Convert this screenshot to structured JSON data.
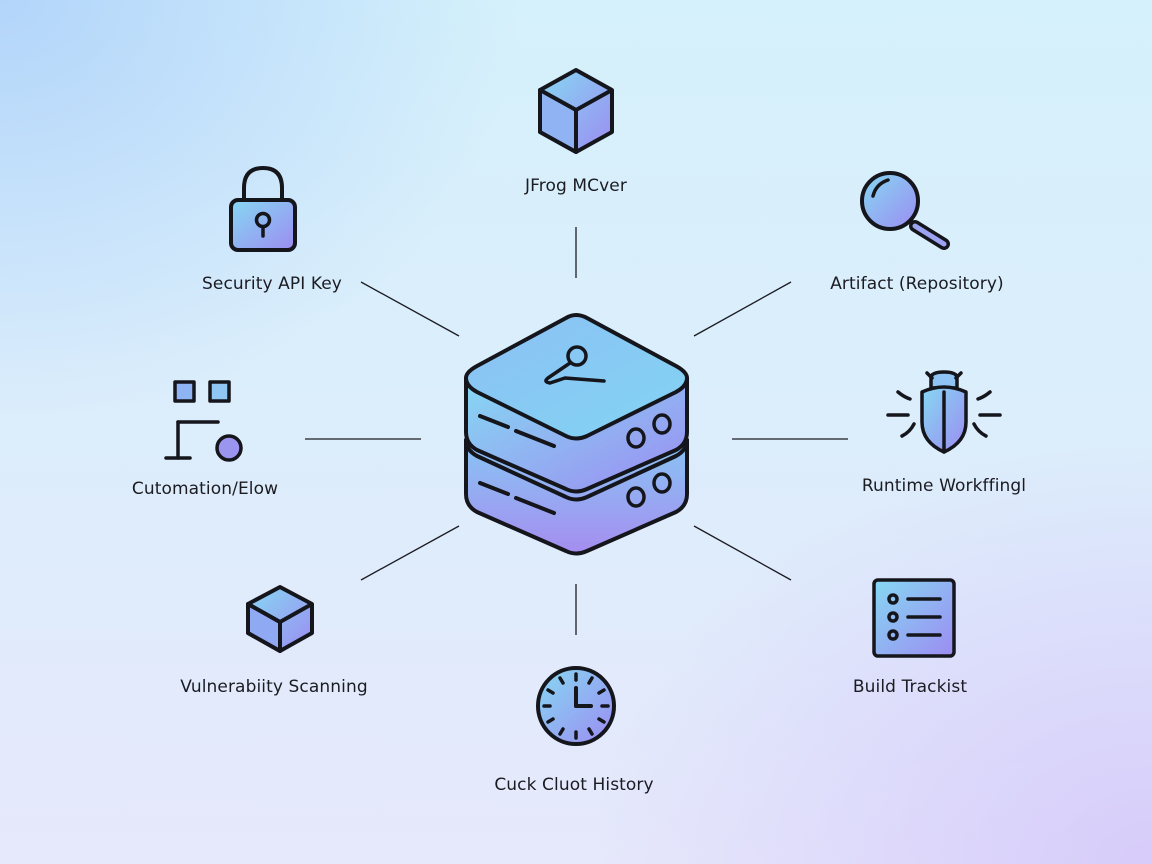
{
  "nodes": {
    "top": "JFrog MCver",
    "top_left": "Security API Key",
    "top_right": "Artifact  (Repository)",
    "left": "Cutomation/Elow",
    "right": "Runtime Workffingl",
    "bottom_left": "Vulnerabiity Scanning",
    "bottom_right": "Build Trackist",
    "bottom": "Cuck Cluot History"
  },
  "icons": {
    "top": "cube-icon",
    "top_left": "padlock-icon",
    "top_right": "magnifier-icon",
    "left": "workflow-icon",
    "right": "bug-icon",
    "bottom_left": "cube-icon",
    "bottom_right": "list-icon",
    "bottom": "clock-icon",
    "center": "server-stack-icon"
  },
  "colors": {
    "stroke": "#15151c",
    "fill_light": "#8ed6f2",
    "fill_dark": "#a08cf0"
  }
}
